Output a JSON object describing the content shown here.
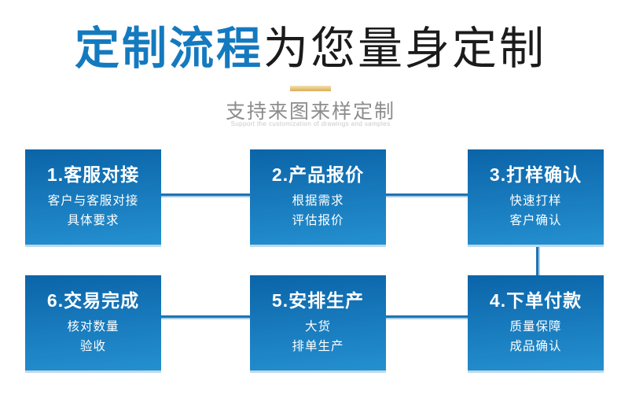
{
  "header": {
    "title_highlight": "定制流程",
    "title_rest": "为您量身定制",
    "subtitle": "支持来图来样定制",
    "subtitle_en": "Support the customization of drawings and samples"
  },
  "colors": {
    "title_highlight": "#147abf",
    "title_rest": "#1b1b1b",
    "gold_divider_top": "#f2e2b2",
    "gold_divider_bottom": "#d9ab52",
    "subtitle": "#8c8c8c",
    "subtitle_en": "#c9c9c9",
    "box_gradient_top": "#0b64a8",
    "box_gradient_bottom": "#2490d0",
    "box_shadow": "#bcd9ec",
    "connector": "#1d74b2",
    "connector_highlight": "#a9cde6",
    "box_text": "#ffffff"
  },
  "flow": {
    "steps": [
      {
        "title": "1.客服对接",
        "lines": [
          "客户与客服对接",
          "具体要求"
        ]
      },
      {
        "title": "2.产品报价",
        "lines": [
          "根据需求",
          "评估报价"
        ]
      },
      {
        "title": "3.打样确认",
        "lines": [
          "快速打样",
          "客户确认"
        ]
      },
      {
        "title": "6.交易完成",
        "lines": [
          "核对数量",
          "验收"
        ]
      },
      {
        "title": "5.安排生产",
        "lines": [
          "大货",
          "排单生产"
        ]
      },
      {
        "title": "4.下单付款",
        "lines": [
          "质量保障",
          "成品确认"
        ]
      }
    ]
  }
}
